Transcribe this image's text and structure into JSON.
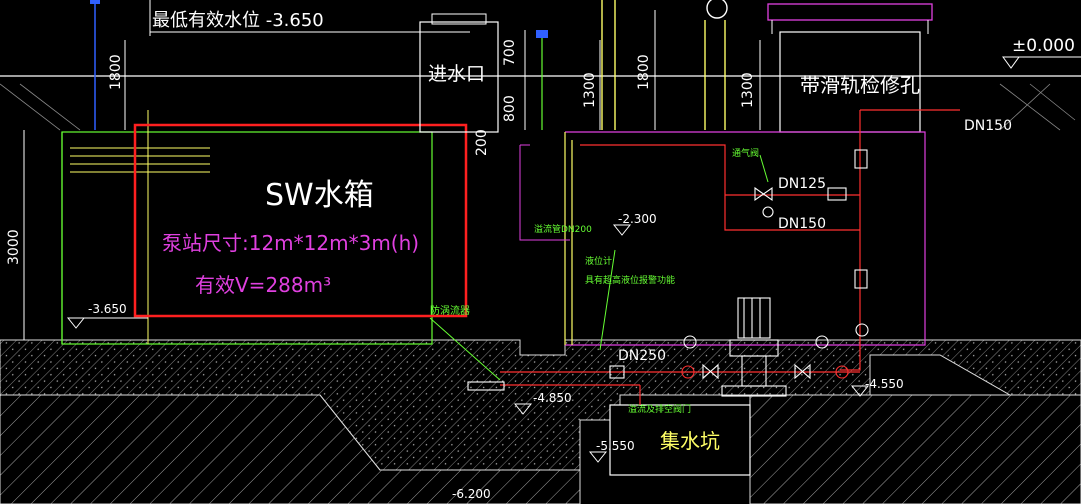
{
  "labels": {
    "min_water_level": "最低有效水位 -3.650",
    "ground_level": "±0.000",
    "inlet": "进水口",
    "hatch": "带滑轨检修孔",
    "tank_name": "SW水箱",
    "pump_station_size": "泵站尺寸:12m*12m*3m(h)",
    "effective_volume": "有效V=288m³",
    "sump": "集水坑",
    "dn150_top": "DN150",
    "dn125": "DN125",
    "dn150_mid": "DN150",
    "dn250": "DN250",
    "dn200_note": "溢流管DN200",
    "level_gauge": "液位计",
    "level_gauge_note": "具有超高液位报警功能",
    "anti_vortex": "防涡流器",
    "drain_valve_note": "溢流及排空阀门",
    "vent_valve_note": "通气阀"
  },
  "dims": {
    "d1800_left": "1800",
    "d3000": "3000",
    "d700": "700",
    "d800": "800",
    "d200": "200",
    "d1300_a": "1300",
    "d1800_b": "1800",
    "d1300_b": "1300"
  },
  "elevations": {
    "e_3650": "-3.650",
    "e_2300": "-2.300",
    "e_4850": "-4.850",
    "e_4550": "-4.550",
    "e_5550": "-5.550",
    "e_6200": "-6.200"
  },
  "colors": {
    "highlight_box": "#ff2020",
    "pipe_red": "#ff3030",
    "pipe_magenta": "#e040e0",
    "tank_green": "#66ff33",
    "text_white": "#ffffff",
    "dim_yellow": "#ffff66"
  }
}
